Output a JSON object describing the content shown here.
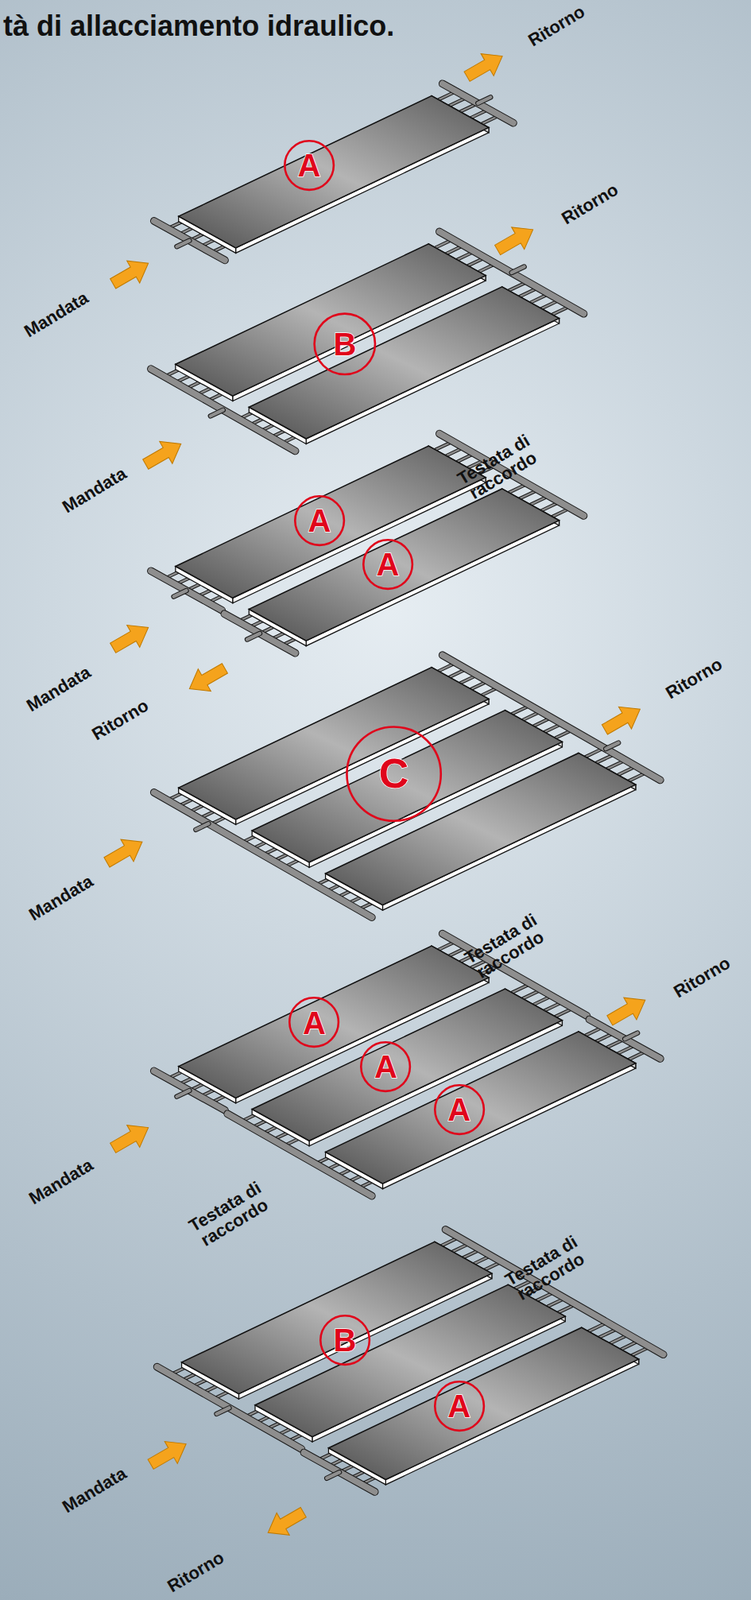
{
  "diagram": {
    "title": "tà di allacciamento idraulico.",
    "nodes": [
      {
        "text": [
          "A"
        ]
      },
      {
        "text": [
          "B"
        ]
      },
      {
        "text": [
          "A"
        ]
      },
      {
        "text": [
          "A"
        ]
      },
      {
        "text": [
          "C"
        ]
      },
      {
        "text": [
          "A"
        ]
      },
      {
        "text": [
          "A"
        ]
      },
      {
        "text": [
          "A"
        ]
      },
      {
        "text": [
          "B"
        ]
      },
      {
        "text": [
          "A"
        ]
      }
    ],
    "labels": [
      "Ritorno",
      "Mandata",
      "Ritorno",
      "Mandata",
      "Testata di raccordo",
      "Mandata",
      "Ritorno",
      "Ritorno",
      "Mandata",
      "Testata di raccordo",
      "Ritorno",
      "Mandata",
      "Testata di raccordo",
      "Testata di raccordo",
      "Mandata",
      "Ritorno"
    ]
  }
}
